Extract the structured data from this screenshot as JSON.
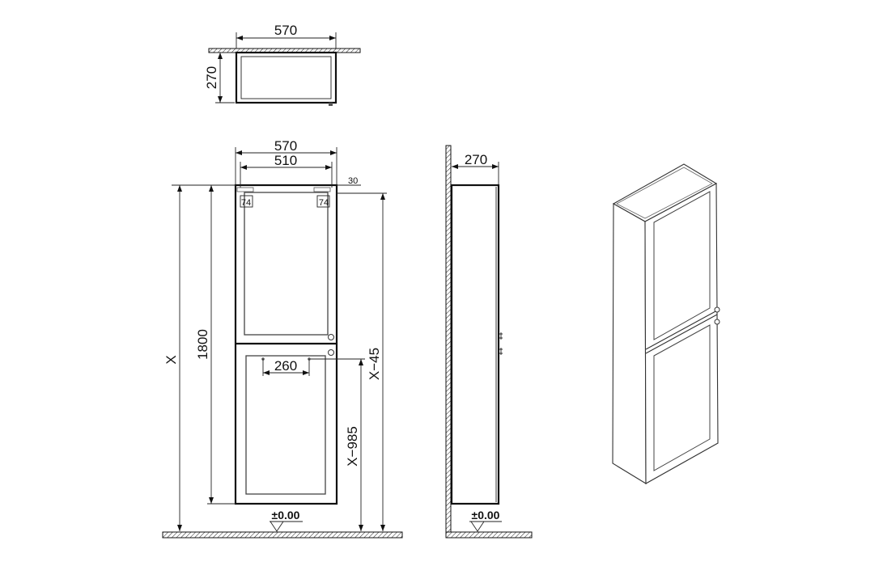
{
  "plan_view": {
    "width": "570",
    "depth": "270"
  },
  "front_view": {
    "width_outer": "570",
    "width_inner": "510",
    "top_offset": "30",
    "bracket_left": "74",
    "bracket_right": "74",
    "total_height": "X",
    "cabinet_height": "1800",
    "hanging_height": "X−45",
    "handle_spacing": "260",
    "handle_height": "X−985",
    "floor_level": "±0.00"
  },
  "side_view": {
    "depth": "270",
    "floor_level": "±0.00"
  },
  "colors": {
    "line": "#111111",
    "background": "#ffffff"
  }
}
